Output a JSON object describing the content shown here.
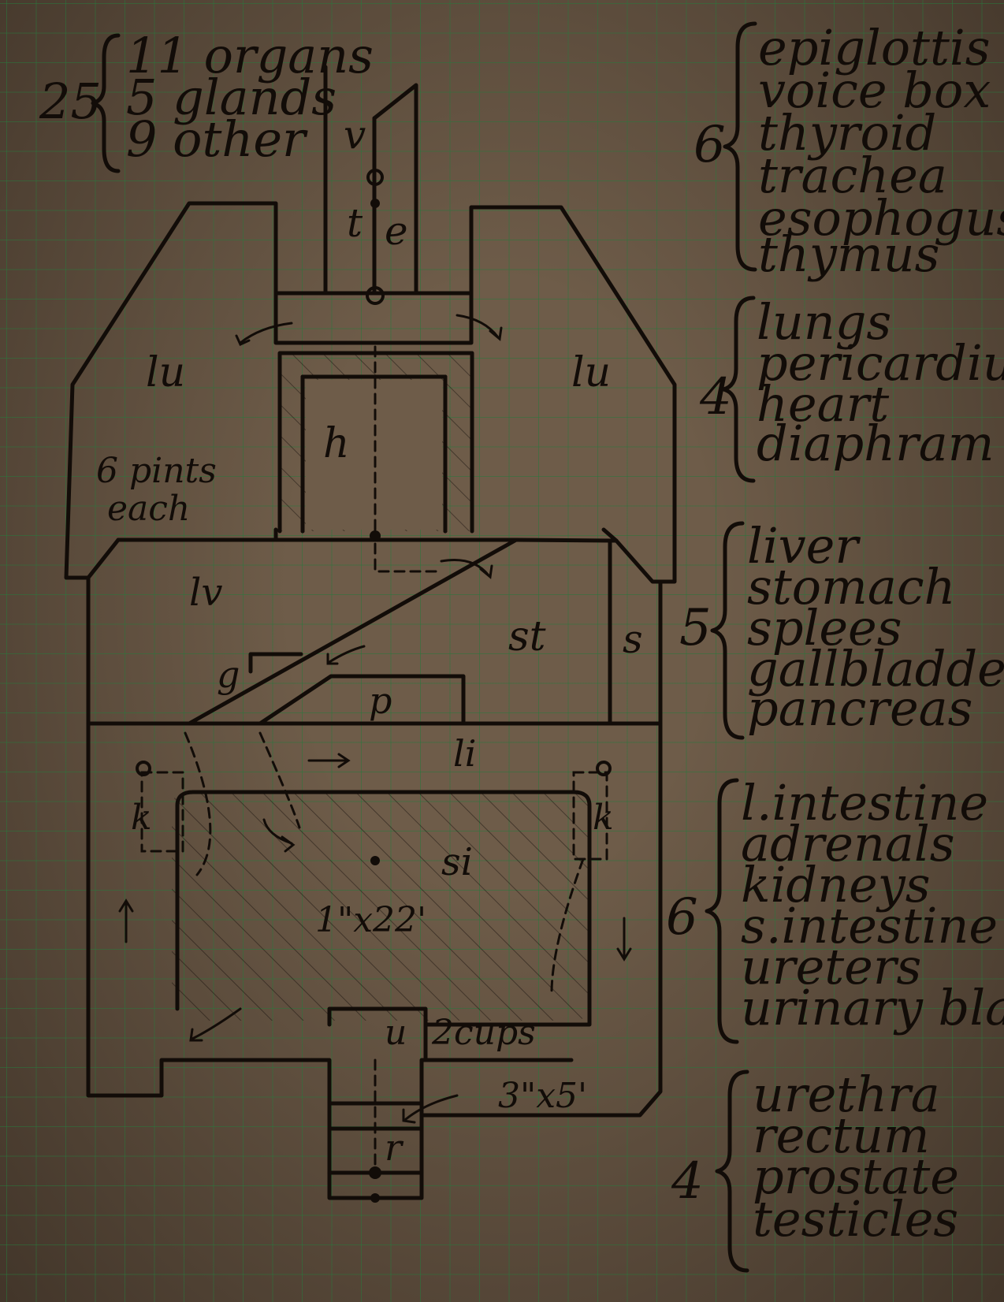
{
  "summary": {
    "total": "25",
    "lines": [
      "11 organs",
      "5 glands",
      "9 other"
    ]
  },
  "region_labels": {
    "v": "v",
    "e": "e",
    "t": "t",
    "lu_left": "lu",
    "lu_right": "lu",
    "h": "h",
    "lv": "lv",
    "st": "st",
    "s": "s",
    "g": "g",
    "p": "p",
    "li": "li",
    "k_left": "k",
    "k_right": "k",
    "si": "si",
    "u": "u",
    "r": "r"
  },
  "annotations": {
    "lungs_volume": [
      "6 pints",
      "each"
    ],
    "si_size": "1\"x22'",
    "bladder_volume": "2cups",
    "li_size": "3\"x5'"
  },
  "groups": [
    {
      "count": "6",
      "items": [
        "epiglottis",
        "voice box",
        "thyroid",
        "trachea",
        "esophogus",
        "thymus"
      ]
    },
    {
      "count": "4",
      "items": [
        "lungs",
        "pericardium",
        "heart",
        "diaphram"
      ]
    },
    {
      "count": "5",
      "items": [
        "liver",
        "stomach",
        "splees",
        "gallbladder",
        "pancreas"
      ]
    },
    {
      "count": "6",
      "items": [
        "l.intestine",
        "adrenals",
        "kidneys",
        "s.intestine",
        "ureters",
        "urinary bladder"
      ]
    },
    {
      "count": "4",
      "items": [
        "urethra",
        "rectum",
        "prostate",
        "testicles"
      ]
    }
  ]
}
